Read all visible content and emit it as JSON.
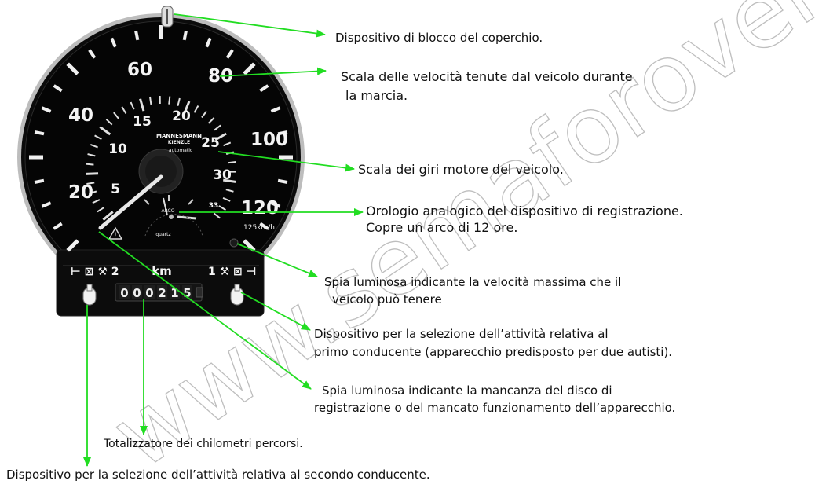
{
  "watermark": "www.semaforoverde.it",
  "gauge": {
    "speed_labels": [
      "20",
      "40",
      "60",
      "80",
      "100",
      "120"
    ],
    "speed_unit": "125km/h",
    "rpm_labels": [
      "5",
      "10",
      "15",
      "20",
      "25",
      "30",
      "33"
    ],
    "brand": "MANNESMANN",
    "brand_sub": "KIENZLE",
    "brand_auto": "automatic",
    "clock_label": "ARCO",
    "quartz_label": "quartz",
    "left_selector_symbols": "⊢ ⊠ ⚒ 2",
    "km_label": "km",
    "right_selector_symbols": "1 ⚒ ⊠ ⊣",
    "odometer_digits": [
      "0",
      "0",
      "0",
      "2",
      "1",
      "5"
    ]
  },
  "colors": {
    "arrow": "#22dd22",
    "gauge_body": "#0a0a0a",
    "gauge_ring": "#c8c8c8"
  },
  "annotations": [
    {
      "id": "cover-lock",
      "lines": [
        "Dispositivo di blocco del coperchio."
      ]
    },
    {
      "id": "speed-scale",
      "lines": [
        "Scala delle velocità tenute dal veicolo durante",
        "la marcia."
      ]
    },
    {
      "id": "rpm-scale",
      "lines": [
        "Scala dei giri motore del veicolo."
      ]
    },
    {
      "id": "clock",
      "lines": [
        "Orologio analogico del dispositivo di registrazione.",
        "Copre un arco di 12 ore."
      ]
    },
    {
      "id": "max-speed-light",
      "lines": [
        "Spia luminosa indicante la velocità massima che il",
        "veicolo può tenere"
      ]
    },
    {
      "id": "driver1-selector",
      "lines": [
        "Dispositivo per la selezione dell’attività relativa al",
        "primo conducente (apparecchio predisposto per due autisti)."
      ]
    },
    {
      "id": "missing-disc-light",
      "lines": [
        "Spia luminosa indicante la mancanza del disco di",
        "registrazione o del mancato funzionamento dell’apparecchio."
      ]
    },
    {
      "id": "odometer",
      "lines": [
        "Totalizzatore dei chilometri percorsi."
      ]
    },
    {
      "id": "driver2-selector",
      "lines": [
        "Dispositivo per la selezione dell’attività relativa al secondo conducente."
      ]
    }
  ]
}
